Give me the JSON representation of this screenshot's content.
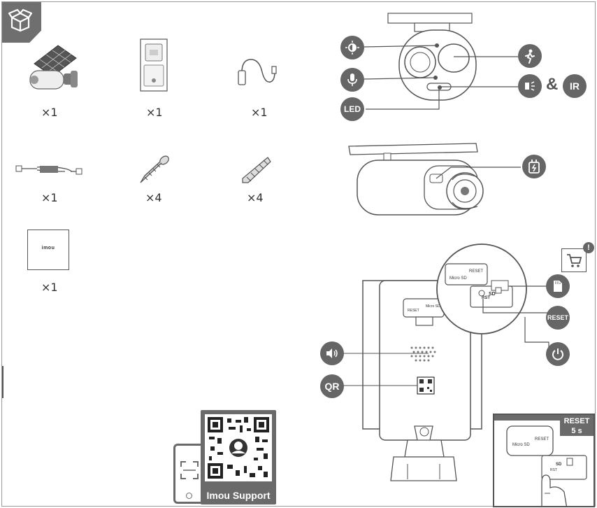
{
  "items": [
    {
      "name": "camera",
      "qty": "×1"
    },
    {
      "name": "mount-template",
      "qty": "×1"
    },
    {
      "name": "usb-cable",
      "qty": "×1"
    },
    {
      "name": "extension-cable",
      "qty": "×1"
    },
    {
      "name": "screws",
      "qty": "×4"
    },
    {
      "name": "anchors",
      "qty": "×4"
    },
    {
      "name": "manual",
      "qty": "×1"
    }
  ],
  "manual_logo": "imou",
  "labels": {
    "led": "LED",
    "ir": "IR",
    "amp": "&",
    "reset": "RESET",
    "qr": "QR",
    "sd": "SD",
    "rst": "RST",
    "micro_sd": "Micro SD",
    "reset_small": "RESET"
  },
  "support": {
    "label": "Imou Support"
  },
  "inset": {
    "title": "RESET",
    "duration": "5 s"
  },
  "icons": {
    "box": "box-open-icon",
    "light_sensor": "light-sensor-icon",
    "mic": "microphone-icon",
    "pir": "motion-person-icon",
    "spotlight": "spotlight-icon",
    "charging": "charging-port-icon",
    "sd_card": "sd-card-icon",
    "power": "power-icon",
    "speaker": "speaker-icon",
    "cart": "cart-icon",
    "alert": "alert-icon"
  },
  "colors": {
    "badge": "#666666",
    "line": "#555555"
  }
}
